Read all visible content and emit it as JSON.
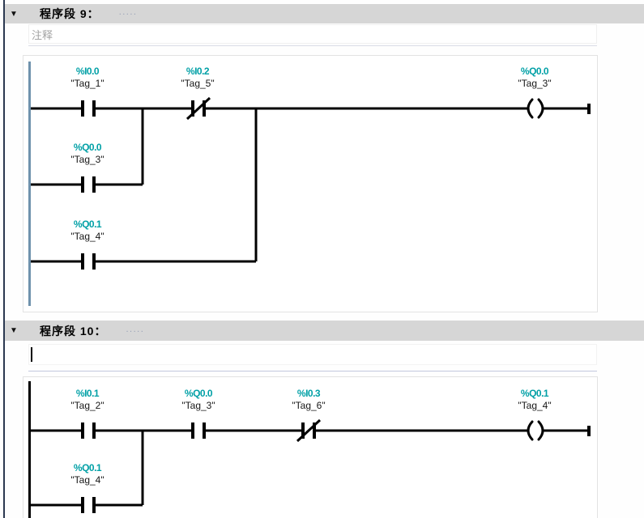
{
  "colors": {
    "address_teal": "#00A0A6",
    "rail_selected_blue": "#6F92AD",
    "rail_black": "#000000",
    "wire_black": "#000000",
    "header_gray": "#D6D6D6"
  },
  "networks": [
    {
      "number": "9",
      "title": "程序段 9：",
      "title_placeholder": ".....",
      "comment_placeholder": "注释",
      "comment_value": "",
      "collapse_icon": "▼",
      "elements": [
        {
          "type": "contact-no",
          "address": "%I0.0",
          "tag": "\"Tag_1\""
        },
        {
          "type": "contact-nc",
          "address": "%I0.2",
          "tag": "\"Tag_5\""
        },
        {
          "type": "coil",
          "address": "%Q0.0",
          "tag": "\"Tag_3\""
        },
        {
          "type": "contact-no",
          "address": "%Q0.0",
          "tag": "\"Tag_3\""
        },
        {
          "type": "contact-no",
          "address": "%Q0.1",
          "tag": "\"Tag_4\""
        }
      ]
    },
    {
      "number": "10",
      "title": "程序段 10：",
      "title_placeholder": ".....",
      "comment_placeholder": "",
      "comment_value": "",
      "collapse_icon": "▼",
      "elements": [
        {
          "type": "contact-no",
          "address": "%I0.1",
          "tag": "\"Tag_2\""
        },
        {
          "type": "contact-no",
          "address": "%Q0.0",
          "tag": "\"Tag_3\""
        },
        {
          "type": "contact-nc",
          "address": "%I0.3",
          "tag": "\"Tag_6\""
        },
        {
          "type": "coil",
          "address": "%Q0.1",
          "tag": "\"Tag_4\""
        },
        {
          "type": "contact-no",
          "address": "%Q0.1",
          "tag": "\"Tag_4\""
        }
      ]
    }
  ]
}
